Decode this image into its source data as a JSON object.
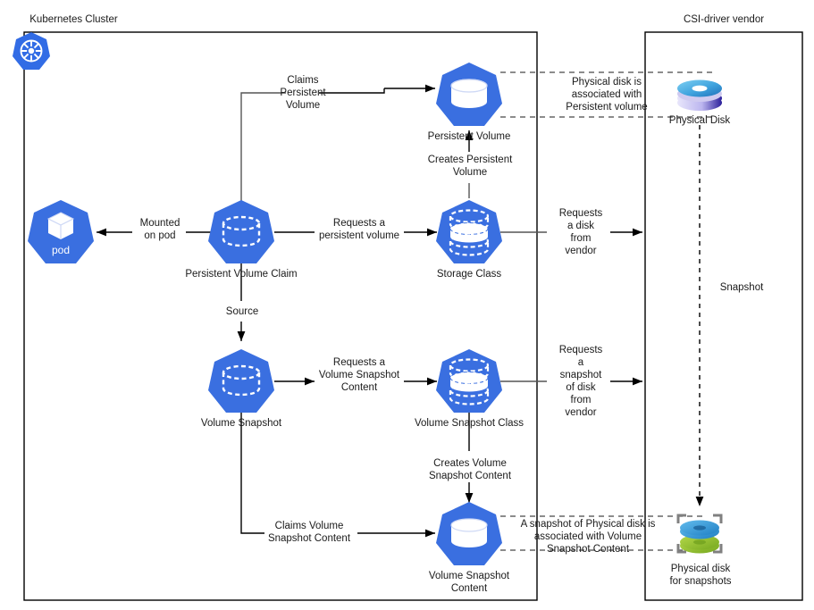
{
  "diagram": {
    "title_k8s": "Kubernetes Cluster",
    "title_csi": "CSI-driver vendor",
    "snapshot_channel_label": "Snapshot"
  },
  "nodes": {
    "k8s_logo": {
      "name": "kubernetes-logo",
      "icon": "kubernetes-wheel-icon"
    },
    "pod": {
      "caption": "",
      "inner_text": "pod",
      "icon": "cube-icon"
    },
    "pvc": {
      "caption": "Persistent Volume Claim",
      "icon": "dashed-cylinder-icon"
    },
    "pv": {
      "caption": "Persistent Volume",
      "icon": "solid-cylinder-icon"
    },
    "storage_class": {
      "caption": "Storage Class",
      "icon": "stacked-disks-dashed-icon"
    },
    "volume_snapshot": {
      "caption": "Volume Snapshot",
      "icon": "dashed-cylinder-icon"
    },
    "volume_snapshot_class": {
      "caption": "Volume Snapshot Class",
      "icon": "stacked-disks-dashed-icon"
    },
    "volume_snapshot_content": {
      "caption": "Volume Snapshot\nContent",
      "icon": "solid-cylinder-icon"
    },
    "physical_disk": {
      "caption": "Physical Disk",
      "icon": "disk-stack-icon"
    },
    "physical_disk_snapshots": {
      "caption": "Physical disk\nfor snapshots",
      "icon": "disk-stack-snapshot-icon"
    }
  },
  "edges": {
    "claims_persistent_volume": "Claims\nPersistent\nVolume",
    "mounted_on_pod": "Mounted\non pod",
    "requests_a_persistent_volume": "Requests a\npersistent volume",
    "creates_persistent_volume": "Creates Persistent\nVolume",
    "requests_a_disk_from_vendor": "Requests\na disk\nfrom\nvendor",
    "source": "Source",
    "requests_a_volume_snapshot_content": "Requests a\nVolume Snapshot\nContent",
    "requests_a_snapshot_of_disk_from_vendor": "Requests\na\nsnapshot\nof disk\nfrom\nvendor",
    "creates_volume_snapshot_content": "Creates Volume\nSnapshot Content",
    "claims_volume_snapshot_content": "Claims Volume\nSnapshot Content",
    "physical_disk_associated": "Physical disk is\nassociated with\nPersistent volume",
    "snapshot_associated": "A snapshot of Physical disk is\nassociated with Volume\nSnapshot Content"
  },
  "colors": {
    "k8s_blue": "#326CE5",
    "hex_blue": "#3A6FE0",
    "line": "#000000",
    "dashed": "#666666",
    "disk_top": "#49A9E0",
    "disk_green": "#8CC63F",
    "bracket": "#808080"
  }
}
